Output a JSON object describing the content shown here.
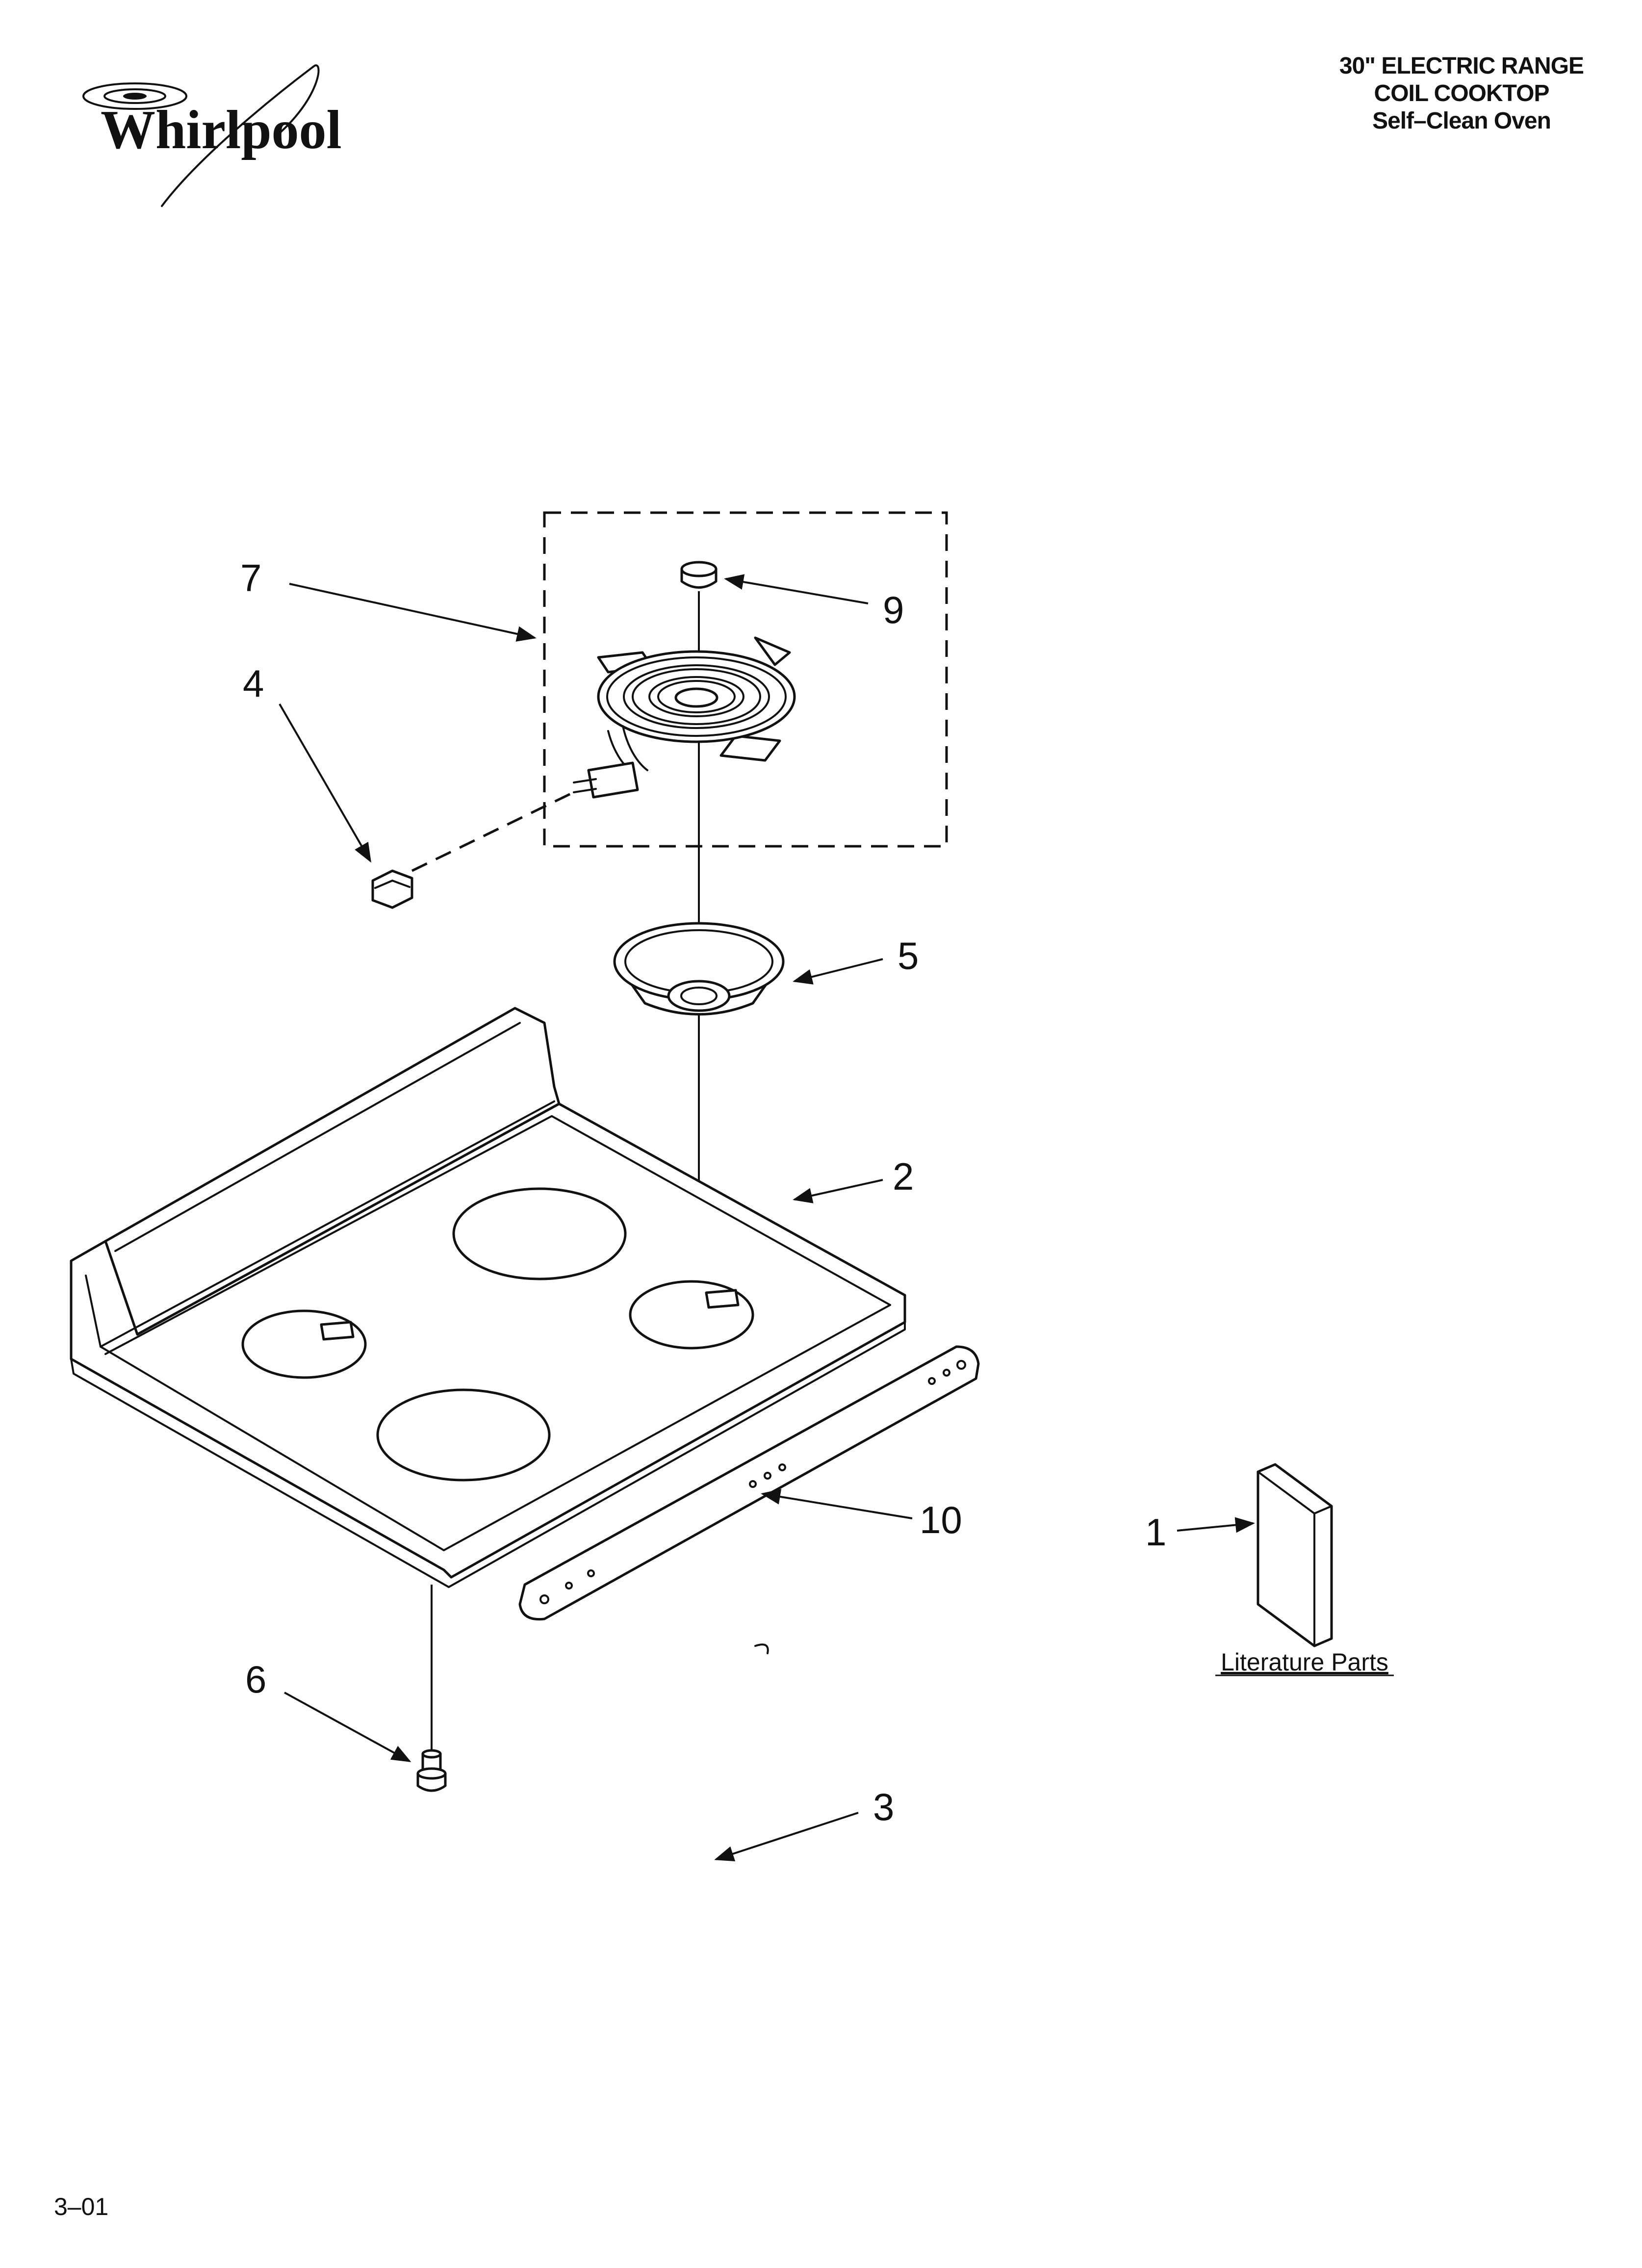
{
  "header": {
    "brand": "Whirlpool",
    "title_lines": [
      "30\" ELECTRIC RANGE",
      "COIL COOKTOP",
      "Self–Clean Oven"
    ]
  },
  "callouts": {
    "part_1": "1",
    "part_2": "2",
    "part_3": "3",
    "part_4": "4",
    "part_5": "5",
    "part_6": "6",
    "part_7": "7",
    "part_9": "9",
    "part_10": "10"
  },
  "literature_label": "Literature Parts",
  "footer_code": "3–01"
}
